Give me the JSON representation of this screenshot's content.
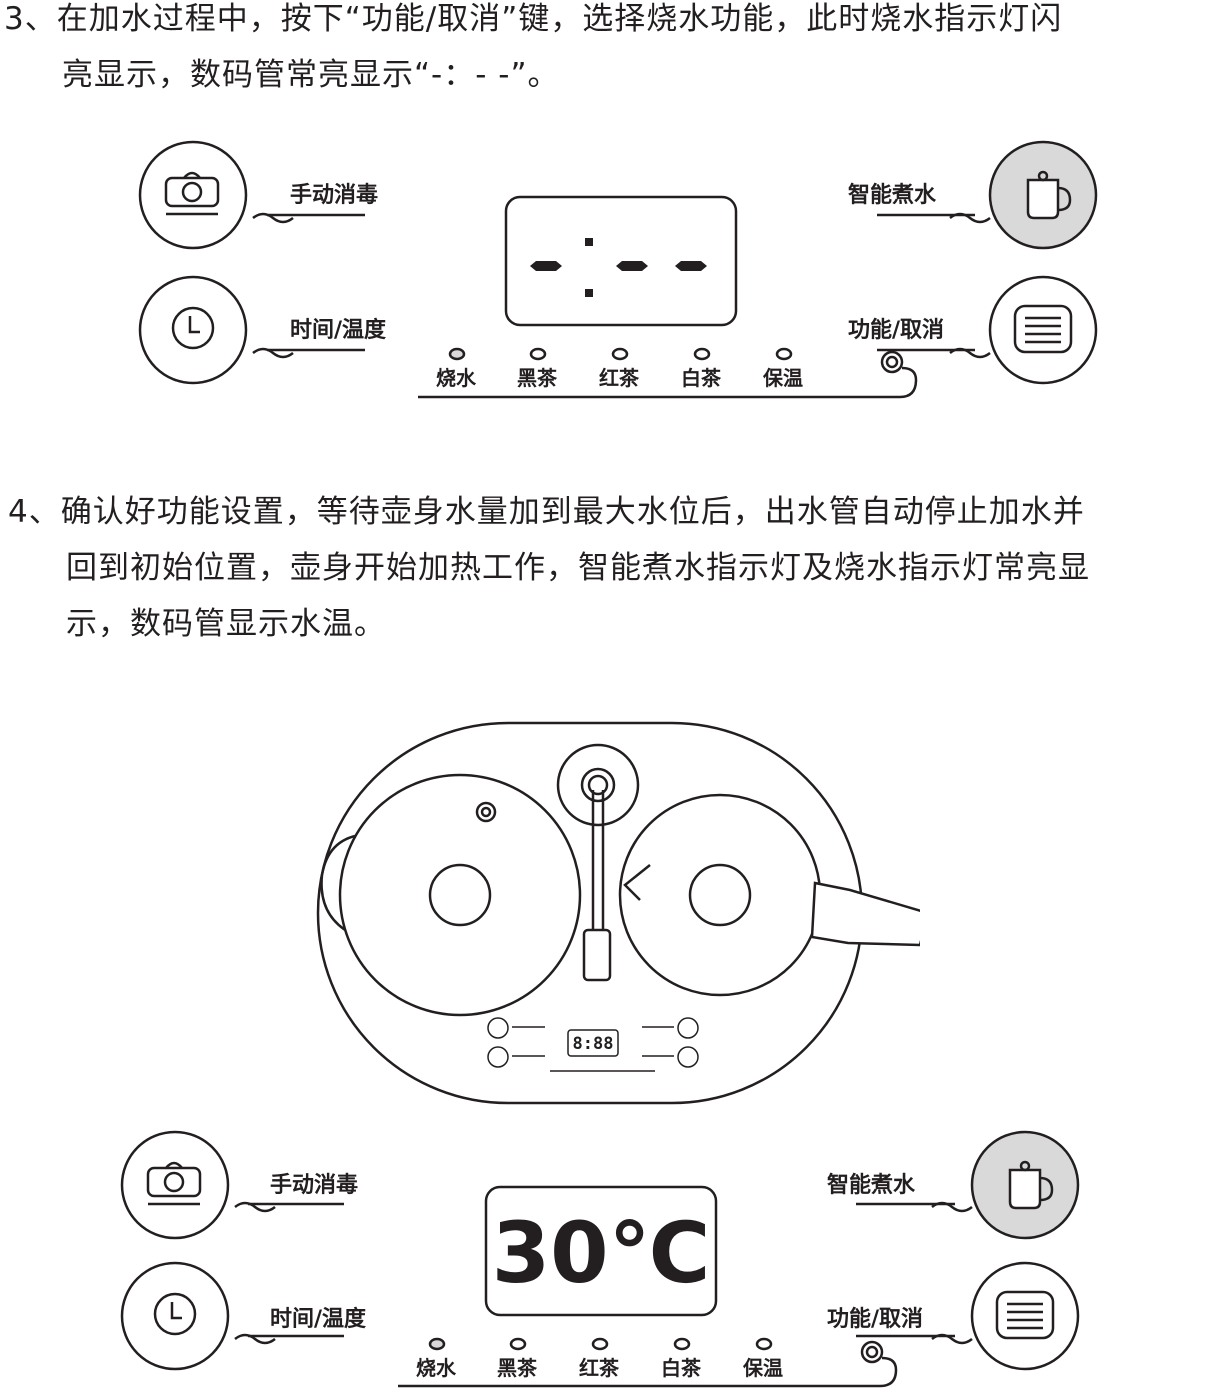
{
  "paragraphs": {
    "step3": {
      "line1": "3、在加水过程中，按下“功能/取消”键，选择烧水功能，此时烧水指示灯闪",
      "line2": "亮显示，数码管常亮显示“-：- -”。"
    },
    "step4": {
      "line1": "4、确认好功能设置，等待壶身水量加到最大水位后，出水管自动停止加水并",
      "line2": "回到初始位置，壶身开始加热工作，智能煮水指示灯及烧水指示灯常亮显",
      "line3": "示，数码管显示水温。"
    }
  },
  "panel": {
    "btn_disinfect": "手动消毒",
    "btn_time_temp": "时间/温度",
    "btn_smart_boil": "智能煮水",
    "btn_func_cancel": "功能/取消",
    "indicators": [
      "烧水",
      "黑茶",
      "红茶",
      "白茶",
      "保温"
    ]
  },
  "displays": {
    "mini": "8:88",
    "step4": "30℃"
  },
  "colors": {
    "line": "#231f20",
    "active_fill": "#d9d9d9",
    "background": "#ffffff"
  }
}
